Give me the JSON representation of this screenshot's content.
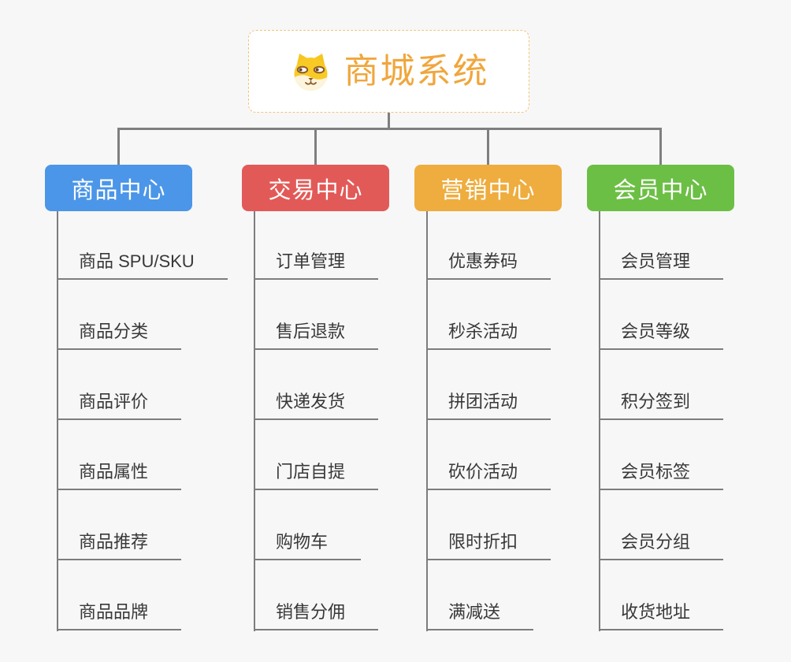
{
  "root": {
    "title": "商城系统",
    "icon": "dog-face-icon",
    "title_color": "#f0a63c",
    "border_color": "#f0c47c",
    "background": "#ffffff"
  },
  "canvas_background": "#f7f7f7",
  "connector_color": "#7f7f7f",
  "leaf_text_color": "#383838",
  "branches": [
    {
      "label": "商品中心",
      "color": "#4b96e8",
      "items": [
        "商品 SPU/SKU",
        "商品分类",
        "商品评价",
        "商品属性",
        "商品推荐",
        "商品品牌"
      ]
    },
    {
      "label": "交易中心",
      "color": "#e25a58",
      "items": [
        "订单管理",
        "售后退款",
        "快递发货",
        "门店自提",
        "购物车",
        "销售分佣"
      ]
    },
    {
      "label": "营销中心",
      "color": "#eead3e",
      "items": [
        "优惠券码",
        "秒杀活动",
        "拼团活动",
        "砍价活动",
        "限时折扣",
        "满减送"
      ]
    },
    {
      "label": "会员中心",
      "color": "#6cbf45",
      "items": [
        "会员管理",
        "会员等级",
        "积分签到",
        "会员标签",
        "会员分组",
        "收货地址"
      ]
    }
  ]
}
